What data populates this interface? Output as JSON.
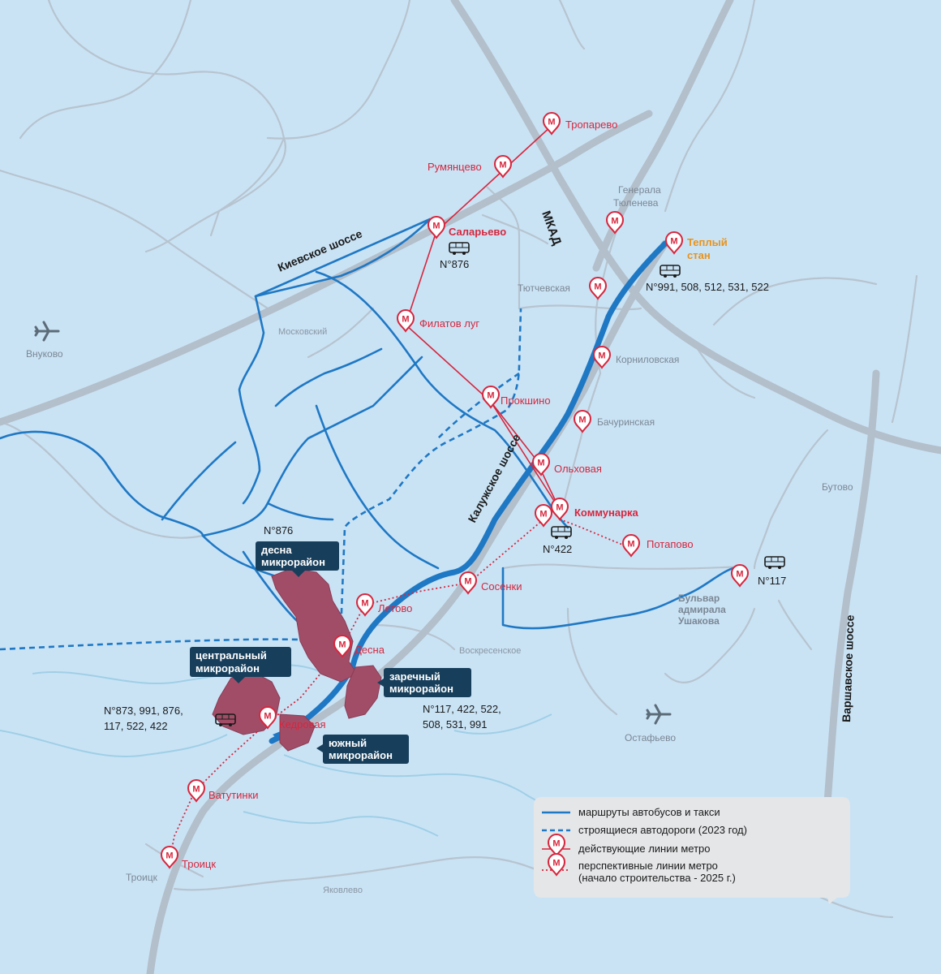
{
  "roads": {
    "mkad": "МКАД",
    "kievskoe": "Киевское шоссе",
    "kaluzhskoe": "Калужское шоссе",
    "varshavskoe": "Варшавское шоссе"
  },
  "places": {
    "vnukovo": "Внуково",
    "moskovsky": "Московский",
    "voskresenskoe": "Воскресенское",
    "ostafyevo": "Остафьево",
    "butovo": "Бутово",
    "troitsk": "Троицк",
    "yakovlevo": "Яковлево",
    "gen_tyuleneva_1": "Генерала",
    "gen_tyuleneva_2": "Тюленева",
    "tyutchevskaya": "Тютчевская",
    "kornilovskaya": "Корниловская",
    "bachurinskaya": "Бачуринская",
    "bulvar_1": "Бульвар",
    "bulvar_2": "адмирала",
    "bulvar_3": "Ушакова"
  },
  "metro": {
    "troparevo": "Тропарево",
    "rumyantsevo": "Румянцево",
    "salaryevo": "Саларьево",
    "filatov_lug": "Филатов луг",
    "prokshino": "Прокшино",
    "olkhovaya": "Ольховая",
    "kommunarka": "Коммунарка",
    "potapovo": "Потапово",
    "sosenki": "Сосенки",
    "letovo": "Летово",
    "desna": "Десна",
    "kedrovaya": "Кедровая",
    "vatutinki": "Ватутинки",
    "troitsk": "Троицк",
    "teply_stan_1": "Теплый",
    "teply_stan_2": "стан"
  },
  "buses": {
    "salaryevo": "N°876",
    "teply_stan": "N°991, 508, 512, 531, 522",
    "kommunarka": "N°422",
    "bulvar": "N°117",
    "desna_top": "N°876",
    "central_1": "N°873, 991, 876,",
    "central_2": "117, 522, 422",
    "zarechny_1": "N°117, 422, 522,",
    "zarechny_2": "508, 531, 991"
  },
  "districts": {
    "desna_1": "десна",
    "desna_2": "микрорайон",
    "central_1": "центральный",
    "central_2": "микрорайон",
    "zarechny_1": "заречный",
    "zarechny_2": "микрорайон",
    "yuzhny_1": "южный",
    "yuzhny_2": "микрорайон"
  },
  "legend": {
    "bus_routes": "маршруты автобусов и такси",
    "roads_construction": "строящиеся автодороги (2023 год)",
    "metro_active": "действующие линии метро",
    "metro_future_1": "перспективные линии метро",
    "metro_future_2": "(начало строительства - 2025 г.)"
  },
  "colors": {
    "background": "#c9e3f5",
    "road": "#b3bfca",
    "route": "#1f78c4",
    "metro": "#d7263d",
    "district_fill": "#a24d68",
    "label_box": "#173f5c",
    "legend_bg": "#e4e6e8"
  }
}
